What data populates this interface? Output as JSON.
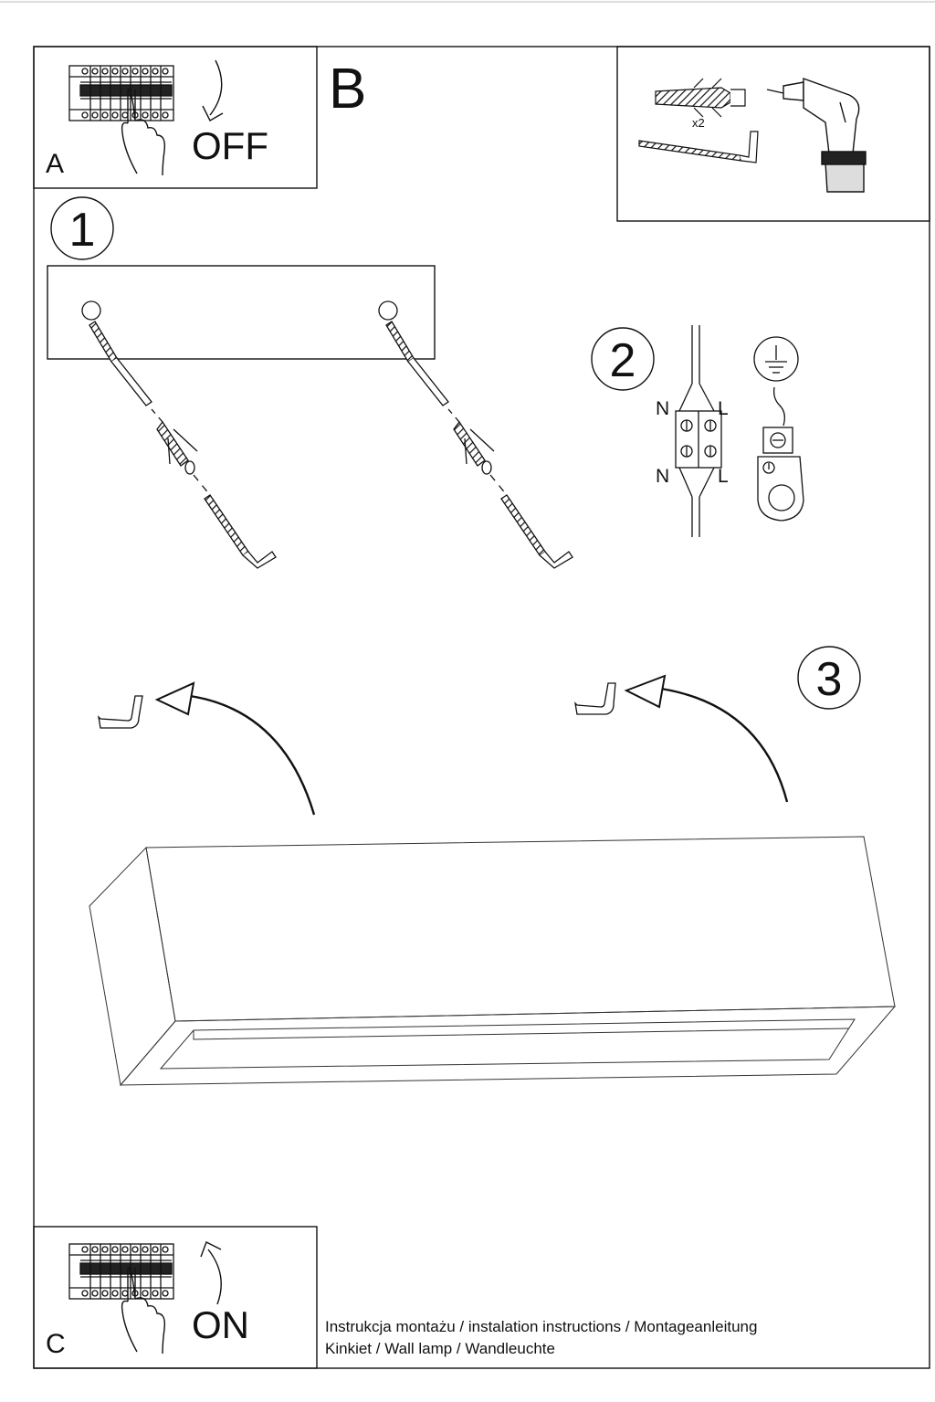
{
  "sections": {
    "A": {
      "letter": "A",
      "switch_label": "OFF"
    },
    "B": {
      "letter": "B"
    },
    "C": {
      "letter": "C",
      "switch_label": "ON"
    }
  },
  "tools": {
    "quantity": "x2"
  },
  "steps": [
    "1",
    "2",
    "3"
  ],
  "wiring": {
    "neutral": "N",
    "live": "L"
  },
  "footer": {
    "line1": "Instrukcja montażu / instalation instructions / Montageanleitung",
    "line2": "Kinkiet / Wall lamp / Wandleuchte"
  }
}
